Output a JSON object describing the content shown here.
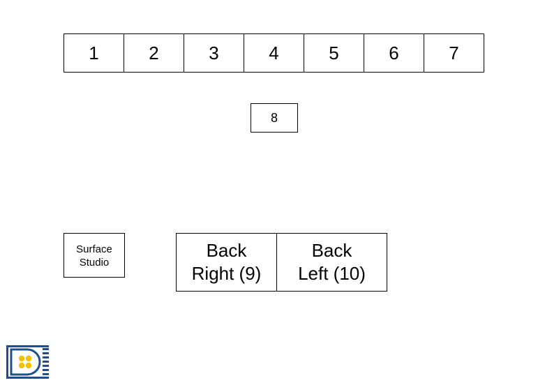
{
  "stations_top": [
    "1",
    "2",
    "3",
    "4",
    "5",
    "6",
    "7"
  ],
  "station_8": "8",
  "surface_studio": "Surface\nStudio",
  "back_right": "Back\nRight (9)",
  "back_left": "Back\nLeft (10)",
  "logo": {
    "icon": "company-logo-icon",
    "colors": {
      "blue": "#1f4e8c",
      "yellow": "#f2c200"
    }
  }
}
